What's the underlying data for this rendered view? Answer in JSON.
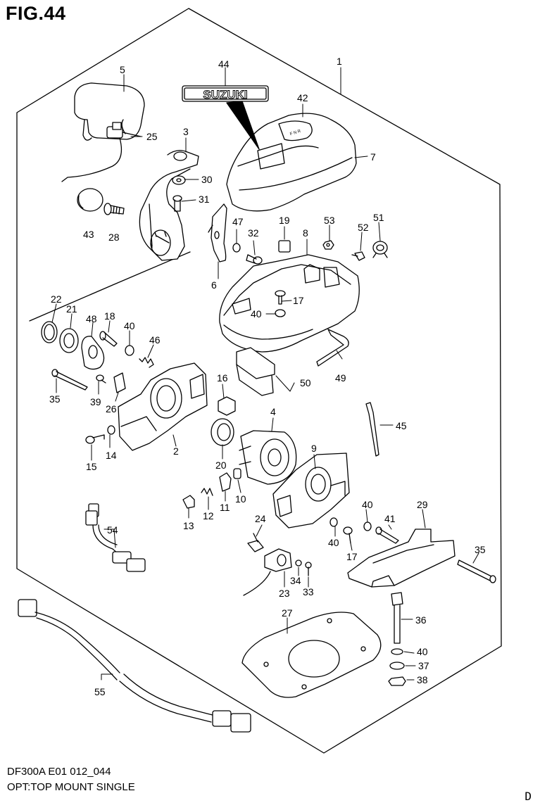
{
  "figure": {
    "title": "FIG.44",
    "model_code": "DF300A E01 012_044",
    "option": "OPT:TOP MOUNT SINGLE",
    "corner_letter": "D"
  },
  "emblem_text": "SUZUKI",
  "shift_pattern_text": "F N R",
  "callouts": [
    "1",
    "2",
    "3",
    "4",
    "5",
    "6",
    "7",
    "8",
    "9",
    "10",
    "11",
    "12",
    "13",
    "14",
    "15",
    "16",
    "17",
    "17",
    "18",
    "19",
    "20",
    "21",
    "22",
    "23",
    "24",
    "25",
    "26",
    "27",
    "28",
    "29",
    "30",
    "31",
    "32",
    "33",
    "34",
    "35",
    "35",
    "36",
    "37",
    "38",
    "39",
    "40",
    "40",
    "40",
    "40",
    "40",
    "41",
    "42",
    "43",
    "44",
    "45",
    "46",
    "47",
    "48",
    "49",
    "50",
    "51",
    "52",
    "53",
    "54",
    "55"
  ]
}
